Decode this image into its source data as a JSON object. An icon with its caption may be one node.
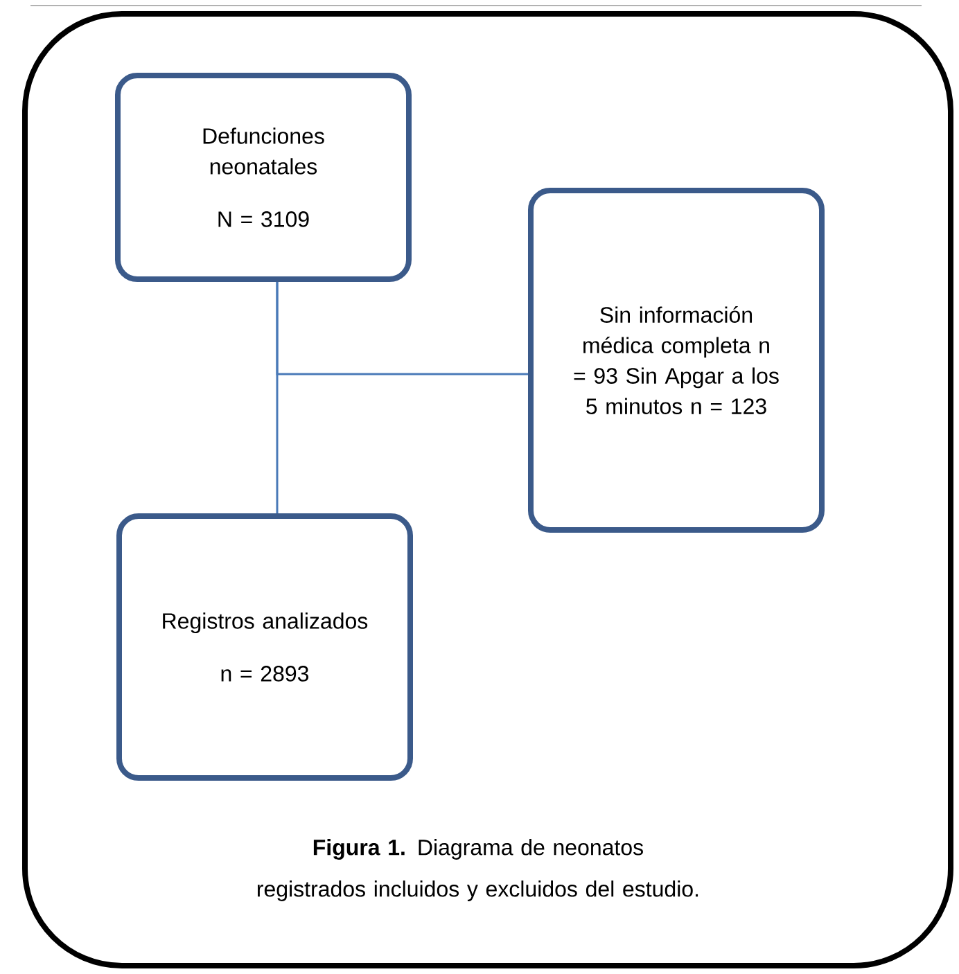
{
  "diagram": {
    "caption": "**Figura 1.** Diagrama de neonatos registrados incluidos y excluidos del estudio.",
    "nodes": [
      {
        "text": [
          "Defunciones neonatales",
          "N = 3109"
        ]
      },
      {
        "text": [
          "Sin información médica completa n = 93 Sin Apgar a los 5 minutos n = 123"
        ]
      },
      {
        "text": [
          "Registros analizados",
          "n = 2893"
        ]
      }
    ],
    "edges": [
      {
        "from": 0,
        "to": 2,
        "arrow": "none"
      },
      {
        "from": 0,
        "to": 1,
        "arrow": "none"
      }
    ]
  }
}
